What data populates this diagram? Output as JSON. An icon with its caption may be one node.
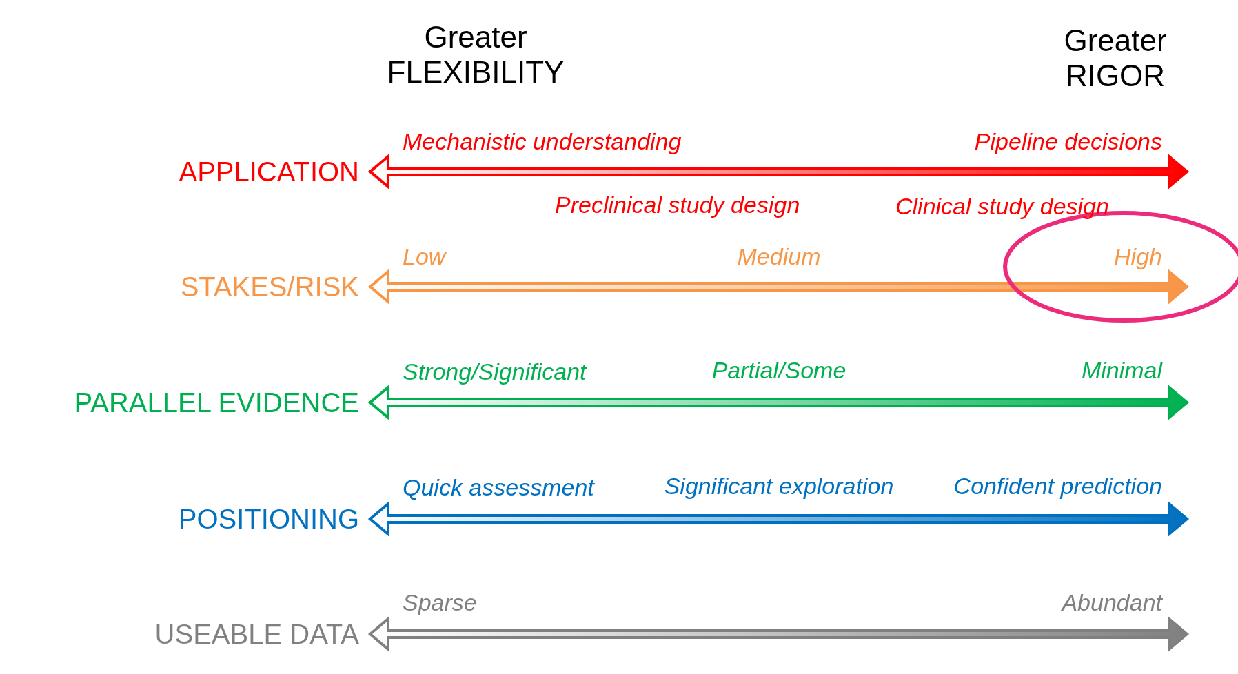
{
  "diagram": {
    "labels": [
      "Greater FLEXIBILITY",
      "Greater RIGOR",
      "Mechanistic understanding",
      "Pipeline decisions",
      "APPLICATION",
      "Preclinical study design",
      "Clinical study design",
      "Low",
      "Medium",
      "High",
      "STAKES/RISK",
      "Strong/Significant",
      "Partial/Some",
      "Minimal",
      "PARALLEL EVIDENCE",
      "Quick assessment",
      "Significant exploration",
      "Confident prediction",
      "POSITIONING",
      "Sparse",
      "Abundant",
      "USEABLE DATA"
    ]
  }
}
